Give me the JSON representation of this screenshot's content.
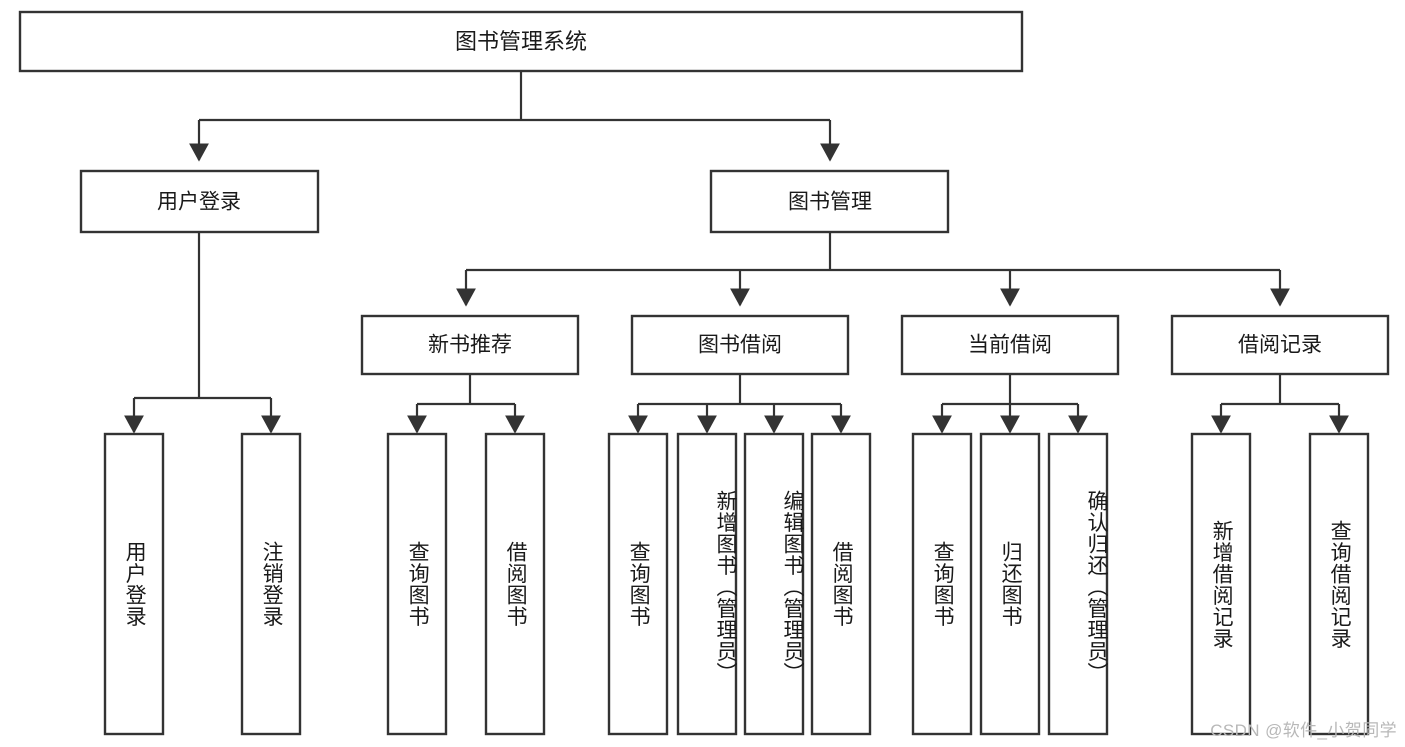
{
  "diagram": {
    "type": "tree-hierarchy-chart",
    "title": "图书管理系统",
    "orientation": "top-down",
    "style": {
      "box_fill": "#ffffff",
      "box_stroke": "#333333",
      "connector_color": "#333333",
      "text_color": "#1a1a1a",
      "background": "#ffffff",
      "watermark_color": "#b8b8b8"
    },
    "levels": {
      "root": {
        "label": "图书管理系统"
      },
      "level2": [
        {
          "label": "用户登录"
        },
        {
          "label": "图书管理"
        }
      ],
      "level3": [
        {
          "label": "新书推荐"
        },
        {
          "label": "图书借阅"
        },
        {
          "label": "当前借阅"
        },
        {
          "label": "借阅记录"
        }
      ]
    },
    "leaves": {
      "user_login": [
        {
          "label": "用户登录"
        },
        {
          "label": "注销登录"
        }
      ],
      "new_book_recommend": [
        {
          "label": "查询图书"
        },
        {
          "label": "借阅图书"
        }
      ],
      "book_borrow": [
        {
          "label": "查询图书"
        },
        {
          "label": "新增图书（管理员）"
        },
        {
          "label": "编辑图书（管理员）"
        },
        {
          "label": "借阅图书"
        }
      ],
      "current_borrow": [
        {
          "label": "查询图书"
        },
        {
          "label": "归还图书"
        },
        {
          "label": "确认归还（管理员）"
        }
      ],
      "borrow_record": [
        {
          "label": "新增借阅记录"
        },
        {
          "label": "查询借阅记录"
        }
      ]
    },
    "watermark": "CSDN @软件_小贺同学"
  }
}
